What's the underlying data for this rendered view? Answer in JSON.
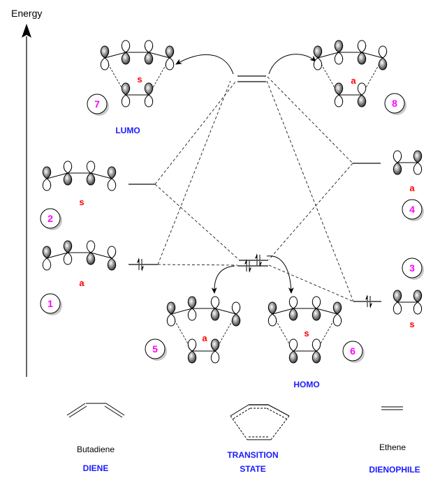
{
  "title": "Diels-Alder frontier molecular orbital correlation diagram",
  "colors": {
    "symmetry_label": "#ff0000",
    "number_label": "#ff00ff",
    "section_label": "#1a1aff",
    "level_line": "#666666",
    "axis": "#666666"
  },
  "axis": {
    "label": "Energy",
    "direction": "up"
  },
  "orbitals": [
    {
      "id": "mo-7",
      "number": "7",
      "symmetry": "s",
      "tag": "LUMO",
      "system": "transition-state",
      "diene_phases": [
        "top",
        "bottom",
        "bottom",
        "top"
      ],
      "ethene_phases": [
        "top",
        "top"
      ]
    },
    {
      "id": "mo-8",
      "number": "8",
      "symmetry": "a",
      "tag": "",
      "system": "transition-state",
      "diene_phases": [
        "top",
        "top",
        "bottom",
        "bottom"
      ],
      "ethene_phases": [
        "top",
        "bottom"
      ]
    },
    {
      "id": "mo-2",
      "number": "2",
      "symmetry": "s",
      "tag": "",
      "system": "diene",
      "diene_phases": [
        "top",
        "bottom",
        "bottom",
        "top"
      ]
    },
    {
      "id": "mo-1",
      "number": "1",
      "symmetry": "a",
      "tag": "",
      "system": "diene",
      "diene_phases": [
        "top",
        "top",
        "bottom",
        "bottom"
      ]
    },
    {
      "id": "mo-4",
      "number": "4",
      "symmetry": "a",
      "tag": "",
      "system": "ethene",
      "ethene_phases": [
        "bottom",
        "top"
      ]
    },
    {
      "id": "mo-3",
      "number": "3",
      "symmetry": "s",
      "tag": "",
      "system": "ethene",
      "ethene_phases": [
        "top",
        "top"
      ]
    },
    {
      "id": "mo-5",
      "number": "5",
      "symmetry": "a",
      "tag": "",
      "system": "transition-state",
      "diene_phases": [
        "top",
        "top",
        "bottom",
        "bottom"
      ],
      "ethene_phases": [
        "bottom",
        "top"
      ]
    },
    {
      "id": "mo-6",
      "number": "6",
      "symmetry": "s",
      "tag": "HOMO",
      "system": "transition-state",
      "diene_phases": [
        "top",
        "bottom",
        "bottom",
        "top"
      ],
      "ethene_phases": [
        "bottom",
        "bottom"
      ]
    }
  ],
  "energy_levels": [
    {
      "id": "diene-level-2",
      "occupied": false
    },
    {
      "id": "diene-level-1",
      "occupied": true
    },
    {
      "id": "ethene-level-4",
      "occupied": false
    },
    {
      "id": "ethene-level-3",
      "occupied": true
    },
    {
      "id": "ts-level-high",
      "occupied": false,
      "degenerate": true
    },
    {
      "id": "ts-level-low",
      "occupied": true,
      "degenerate": true
    }
  ],
  "labels": {
    "lumo": "LUMO",
    "homo": "HOMO"
  },
  "footer": {
    "diene": {
      "name": "Butadiene",
      "role": "DIENE"
    },
    "transition_state": {
      "role_line1": "TRANSITION",
      "role_line2": "STATE"
    },
    "dienophile": {
      "name": "Ethene",
      "role": "DIENOPHILE"
    }
  }
}
